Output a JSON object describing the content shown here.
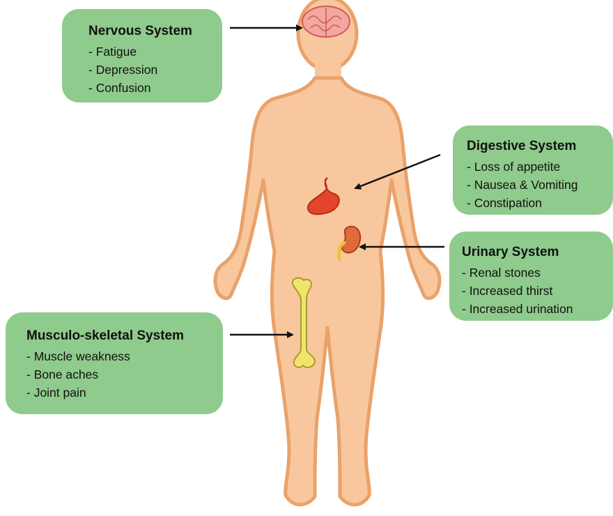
{
  "systems": [
    {
      "id": "nervous",
      "title": "Nervous System",
      "items": [
        "- Fatigue",
        "- Depression",
        "- Confusion"
      ]
    },
    {
      "id": "digestive",
      "title": "Digestive System",
      "items": [
        "- Loss of appetite",
        "- Nausea & Vomiting",
        "- Constipation"
      ]
    },
    {
      "id": "urinary",
      "title": "Urinary System",
      "items": [
        "- Renal stones",
        "- Increased thirst",
        "- Increased urination"
      ]
    },
    {
      "id": "musculo",
      "title": "Musculo-skeletal System",
      "items": [
        "- Muscle weakness",
        "- Bone aches",
        "- Joint pain"
      ]
    }
  ],
  "colors": {
    "box_fill": "#8fcb8c",
    "skin": "#f9c79e",
    "skin_outline": "#e9a26b",
    "arrow": "#111111",
    "stomach": "#e2452a",
    "kidney": "#e06a3a",
    "bone": "#efe56a"
  }
}
